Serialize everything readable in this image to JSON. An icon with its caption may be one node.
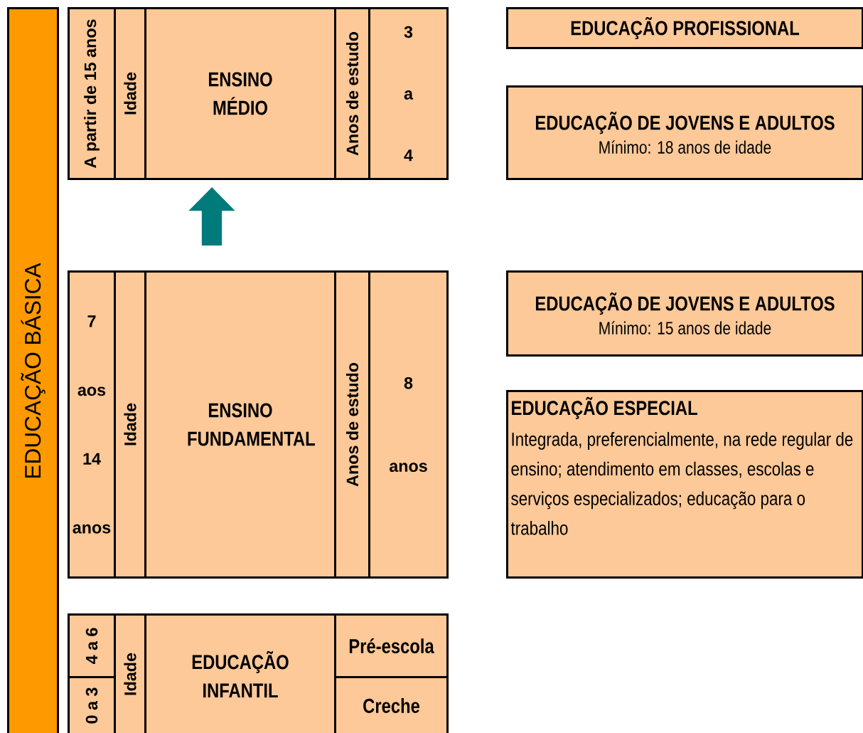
{
  "diagram": {
    "nodes": [
      {
        "text": [
          "EDUCAÇÃO BÁSICA"
        ]
      },
      {
        "text": [
          "A partir de 15 anos"
        ]
      },
      {
        "text": [
          "Idade"
        ]
      },
      {
        "text": [
          "ENSINO MÉDIO"
        ]
      },
      {
        "text": [
          "Anos de estudo"
        ]
      },
      {
        "text": [
          "3 a 4"
        ]
      },
      {
        "text": [
          "7 aos 14 anos"
        ]
      },
      {
        "text": [
          "Idade"
        ]
      },
      {
        "text": [
          "ENSINO FUNDAMENTAL"
        ]
      },
      {
        "text": [
          "Anos de estudo"
        ]
      },
      {
        "text": [
          "8 anos"
        ]
      },
      {
        "text": [
          "4 a 6"
        ]
      },
      {
        "text": [
          "0 a 3"
        ]
      },
      {
        "text": [
          "Idade"
        ]
      },
      {
        "text": [
          "EDUCAÇÃO INFANTIL"
        ]
      },
      {
        "text": [
          "Pré-escola"
        ]
      },
      {
        "text": [
          "Creche"
        ]
      },
      {
        "text": [
          "EDUCAÇÃO PROFISSIONAL"
        ]
      },
      {
        "text": [
          "EDUCAÇÃO DE JOVENS E ADULTOS",
          "Mínimo: 18 anos de idade"
        ]
      },
      {
        "text": [
          "EDUCAÇÃO DE JOVENS E ADULTOS",
          "Mínimo: 15 anos de idade"
        ]
      },
      {
        "text": [
          "EDUCAÇÃO ESPECIAL",
          "Integrada, preferencialmente, na rede regular de ensino; atendimento em classes, escolas e serviços especializados; educação para o trabalho"
        ]
      }
    ],
    "edges": [
      {
        "from": 8,
        "to": 3,
        "arrow": "to",
        "color": "#007b7b"
      }
    ]
  }
}
